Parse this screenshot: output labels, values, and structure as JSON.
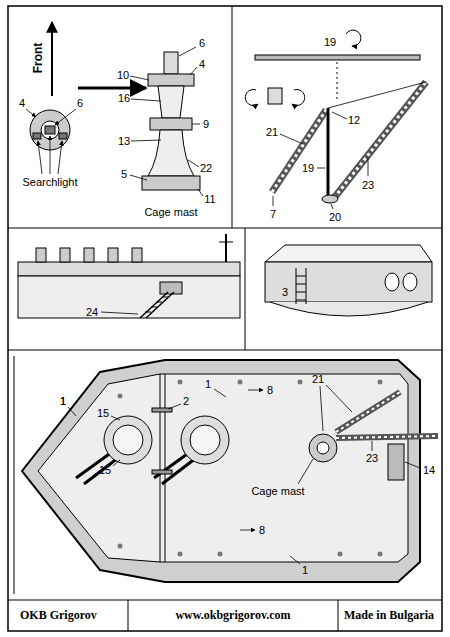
{
  "diagram": {
    "labels": [
      "Front",
      "4",
      "6",
      "Searchlight",
      "6",
      "4",
      "10",
      "16",
      "13",
      "9",
      "5",
      "22",
      "11",
      "Cage mast",
      "19",
      "12",
      "21",
      "23",
      "19",
      "7",
      "20",
      "24",
      "3",
      "1",
      "1",
      "2",
      "15",
      "15",
      "1",
      "8",
      "8",
      "21",
      "Cage mast",
      "23",
      "14",
      "1",
      "OKB Grigorov",
      "www.okbgrigorov.com",
      "Made in Bulgaria"
    ]
  }
}
